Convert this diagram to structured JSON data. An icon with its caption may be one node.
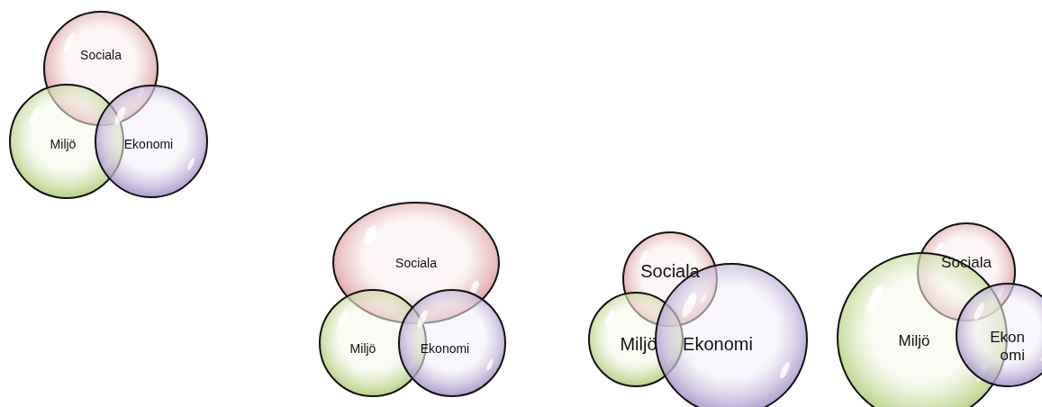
{
  "diagram": {
    "nodes": [
      {
        "text": [
          "Sociala"
        ]
      },
      {
        "text": [
          "Miljö"
        ]
      },
      {
        "text": [
          "Ekonomi"
        ]
      },
      {
        "text": [
          "Sociala"
        ]
      },
      {
        "text": [
          "Miljö"
        ]
      },
      {
        "text": [
          "Ekonomi"
        ]
      },
      {
        "text": [
          "Sociala"
        ]
      },
      {
        "text": [
          "Miljö"
        ]
      },
      {
        "text": [
          "Ekonomi"
        ]
      },
      {
        "text": [
          "Sociala"
        ]
      },
      {
        "text": [
          "Miljö"
        ]
      },
      {
        "text": [
          "Ekonomi"
        ]
      }
    ]
  }
}
